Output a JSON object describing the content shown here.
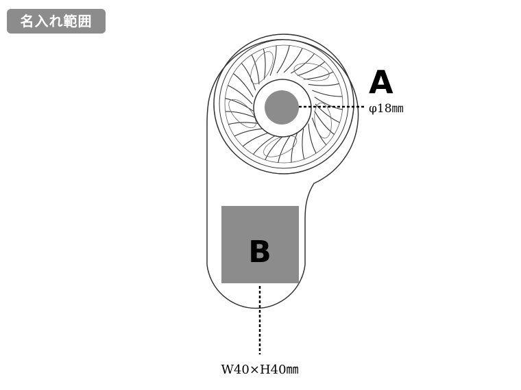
{
  "badge": {
    "label": "名入れ範囲"
  },
  "area_a": {
    "letter": "A",
    "size": "φ18㎜"
  },
  "area_b": {
    "letter": "B",
    "size": "W40×H40㎜"
  },
  "colors": {
    "badge": "#8c8c8c",
    "print_area": "#8c8c8c",
    "outline": "#333333"
  },
  "icons": {
    "product": "handheld-fan-outline"
  }
}
